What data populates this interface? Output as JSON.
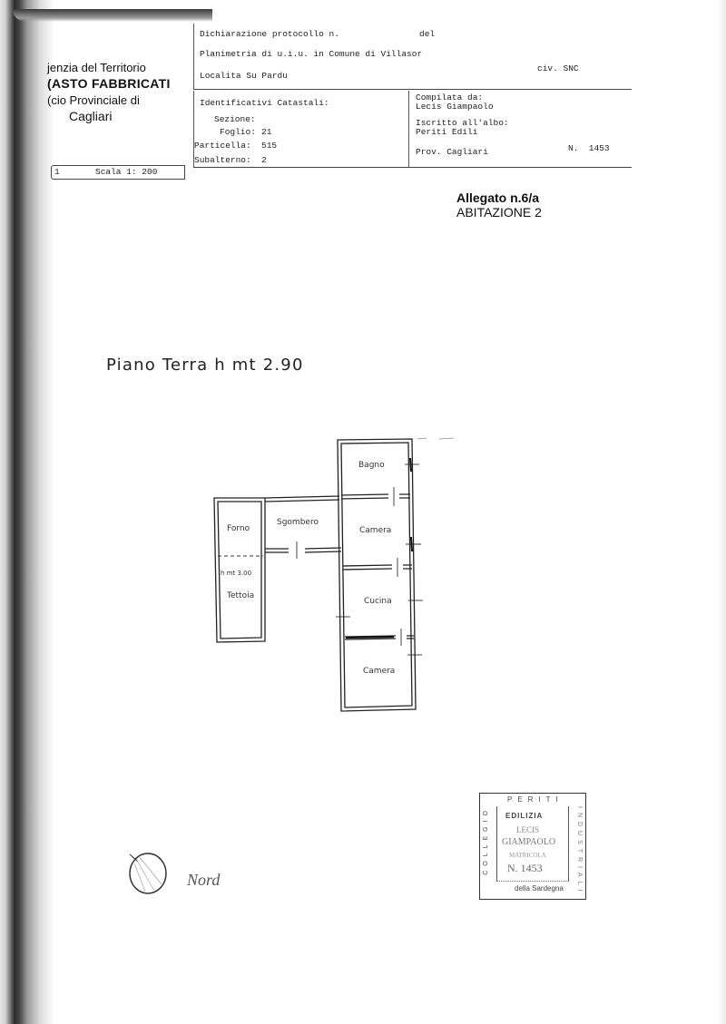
{
  "agency": {
    "line1": "jenzia del Territorio",
    "line2": "(ASTO FABBRICATI",
    "line3": "(cio Provinciale di",
    "line4": "Cagliari"
  },
  "header": {
    "protocollo": "Dichiarazione protocollo n.",
    "del": "del",
    "planimetria": "Planimetria di u.i.u. in Comune di Villasor",
    "localita": "Localita Su Pardu",
    "civico": "civ. SNC"
  },
  "identificativi": {
    "title": "Identificativi Catastali:",
    "sezione_label": "Sezione:",
    "sezione_value": "",
    "foglio_label": "Foglio:",
    "foglio_value": "21",
    "particella_label": "Particella:",
    "particella_value": "515",
    "subalterno_label": "Subalterno:",
    "subalterno_value": "2"
  },
  "compilata": {
    "label": "Compilata da:",
    "name": "Lecis Giampaolo",
    "albo_label": "Iscritto all'albo:",
    "albo_value": "Periti Edili",
    "provincia": "Prov. Cagliari",
    "numero": "N.  1453"
  },
  "scale": {
    "sheet_number": "1",
    "label": "Scala 1: 200"
  },
  "allegato": {
    "title": "Allegato n.6/a",
    "subtitle": "ABITAZIONE 2"
  },
  "floor": {
    "title": "Piano Terra h mt 2.90",
    "rooms": {
      "bagno": "Bagno",
      "camera1": "Camera",
      "cucina": "Cucina",
      "camera2": "Camera",
      "sgombero": "Sgombero",
      "forno": "Forno",
      "tettoia_height": "h  mt  3.00",
      "tettoia": "Tettoia"
    }
  },
  "north": {
    "label": "Nord"
  },
  "stamp": {
    "top": "PERITI",
    "left": "COLLEGIO",
    "right": "INDUSTRIALI",
    "line1": "EDILIZIA",
    "line2": "LECIS",
    "line3": "GIAMPAOLO",
    "line4": "MATRICOLA",
    "line5": "N. 1453",
    "bottom": "della Sardegna"
  }
}
